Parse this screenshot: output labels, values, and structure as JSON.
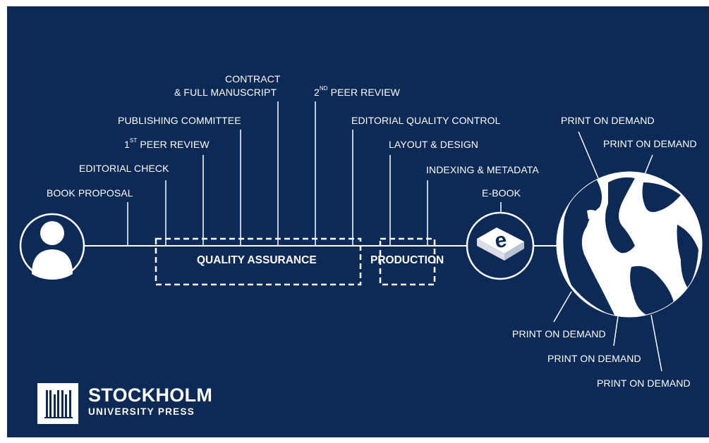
{
  "stages": {
    "book_proposal": "BOOK PROPOSAL",
    "editorial_check": "EDITORIAL CHECK",
    "first_peer_review_num": "1",
    "first_peer_review_sup": "ST",
    "first_peer_review_text": " PEER REVIEW",
    "publishing_committee": "PUBLISHING COMMITTEE",
    "contract_line1": "CONTRACT",
    "contract_line2": "& FULL MANUSCRIPT",
    "second_peer_review_num": "2",
    "second_peer_review_sup": "ND",
    "second_peer_review_text": " PEER REVIEW",
    "editorial_quality_control": "EDITORIAL QUALITY CONTROL",
    "layout_design": "LAYOUT & DESIGN",
    "indexing_metadata": "INDEXING & METADATA",
    "ebook": "E-BOOK"
  },
  "boxes": {
    "quality_assurance": "QUALITY ASSURANCE",
    "production": "PRODUCTION"
  },
  "print_on_demand": {
    "top1": "PRINT ON DEMAND",
    "top2": "PRINT ON DEMAND",
    "bottom1": "PRINT ON DEMAND",
    "bottom2": "PRINT ON DEMAND",
    "bottom3": "PRINT ON DEMAND"
  },
  "logo": {
    "name": "STOCKHOLM",
    "sub": "UNIVERSITY PRESS"
  },
  "colors": {
    "background": "#0c2a55",
    "foreground": "#ffffff"
  },
  "icons": {
    "author": "person-icon",
    "ebook": "ebook-icon",
    "globe": "globe-icon",
    "logo": "books-logo-icon"
  }
}
